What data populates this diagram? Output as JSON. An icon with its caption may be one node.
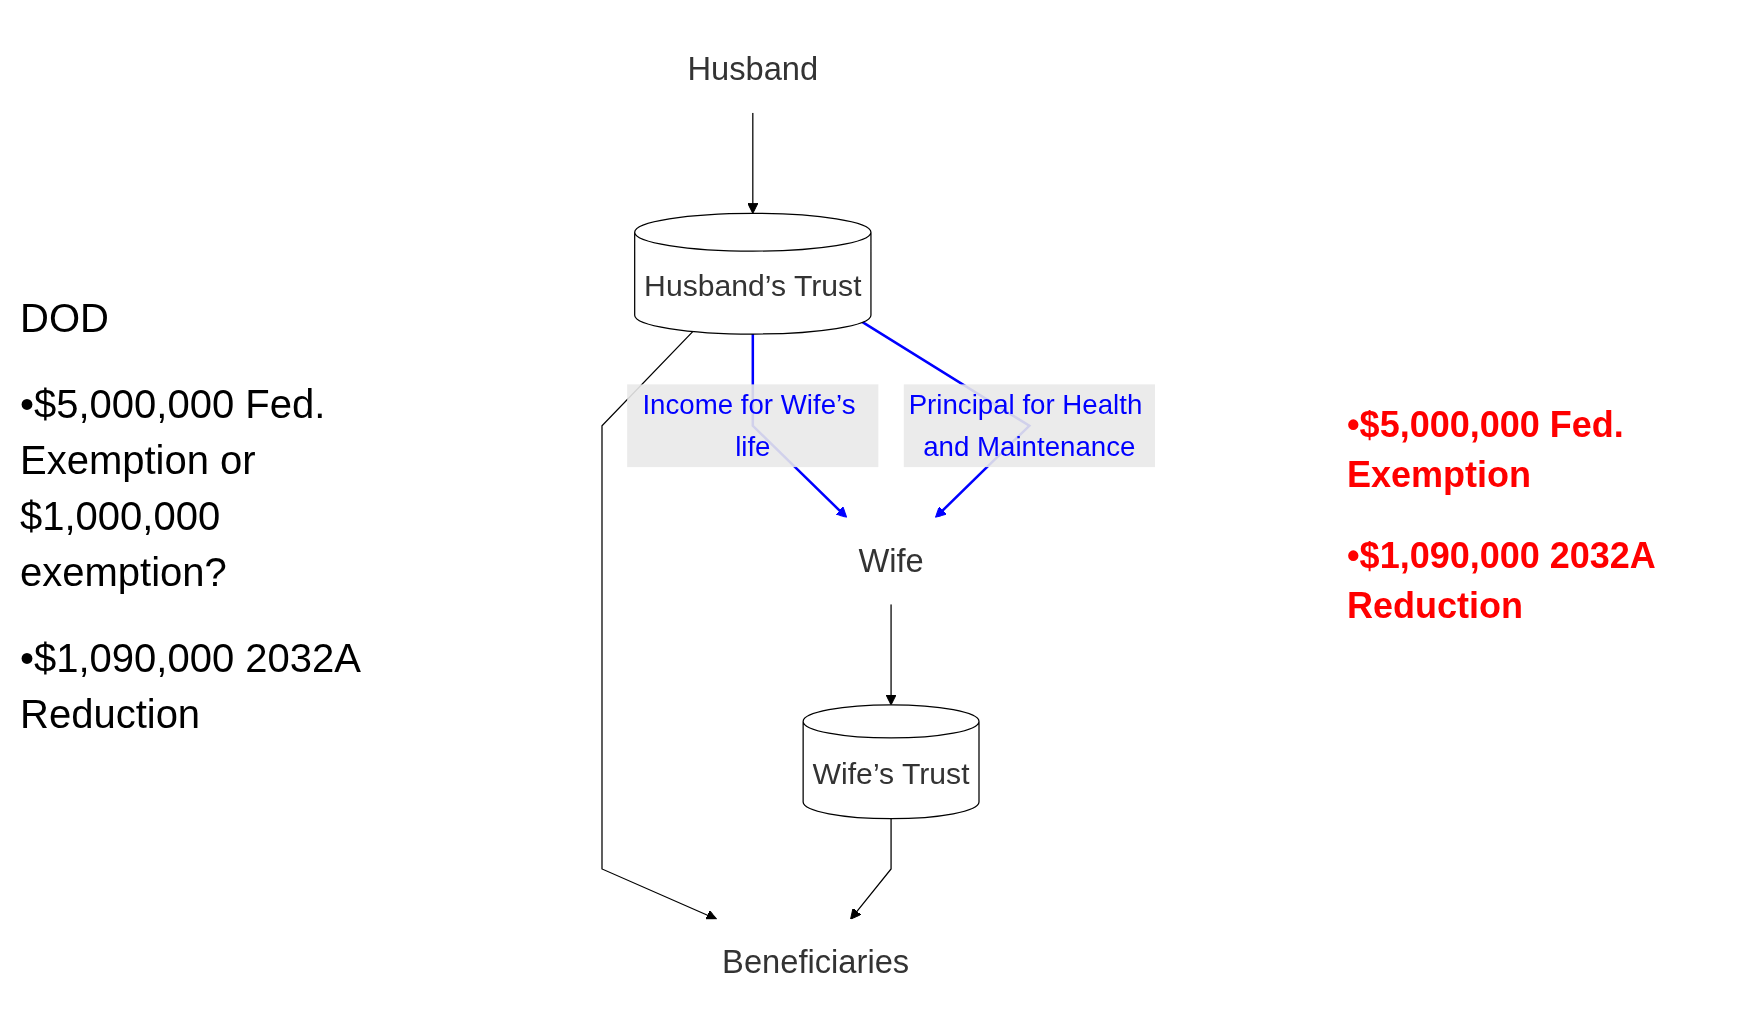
{
  "diagram": {
    "nodes": [
      {
        "text": [
          "Husband"
        ]
      },
      {
        "text": [
          "Husband’s Trust"
        ]
      },
      {
        "text": [
          "Wife"
        ]
      },
      {
        "text": [
          "Wife’s Trust"
        ]
      },
      {
        "text": [
          "Beneficiaries"
        ]
      }
    ],
    "edges": [
      {
        "from": 0,
        "to": 1,
        "arrow": "to"
      },
      {
        "from": 1,
        "to": 2,
        "arrow": "to",
        "label": "Income for Wife’s life",
        "color": "#0000ff"
      },
      {
        "from": 1,
        "to": 2,
        "arrow": "to",
        "label": "Principal for Health and Maintenance",
        "color": "#0000ff"
      },
      {
        "from": 2,
        "to": 3,
        "arrow": "to"
      },
      {
        "from": 1,
        "to": 4,
        "arrow": "to"
      },
      {
        "from": 3,
        "to": 4,
        "arrow": "to"
      }
    ],
    "labels": [
      "DOD",
      "•$5,000,000 Fed. Exemption or $1,000,000 exemption?",
      "•$1,090,000 2032A Reduction",
      "•$5,000,000 Fed. Exemption",
      "•$1,090,000 2032A Reduction"
    ]
  }
}
